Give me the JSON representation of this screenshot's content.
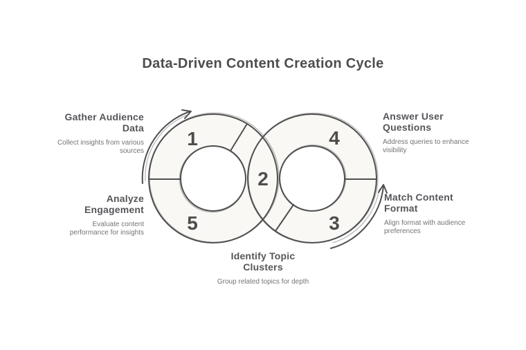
{
  "title": "Data-Driven Content Creation Cycle",
  "diagram": {
    "type": "figure-eight-cycle",
    "steps": [
      {
        "number": "1",
        "label": "Gather Audience Data",
        "description": "Collect insights from various sources",
        "position": "left-top"
      },
      {
        "number": "2",
        "label": "Identify Topic Clusters",
        "description": "Group related topics for depth",
        "position": "bottom-center"
      },
      {
        "number": "3",
        "label": "Match Content Format",
        "description": "Align format with audience preferences",
        "position": "right-bottom"
      },
      {
        "number": "4",
        "label": "Answer User Questions",
        "description": "Address queries to enhance visibility",
        "position": "right-top"
      },
      {
        "number": "5",
        "label": "Analyze Engagement",
        "description": "Evaluate content performance for insights",
        "position": "left-bottom"
      }
    ],
    "icons": [
      "arrow-top-left-icon",
      "arrow-bottom-right-icon"
    ],
    "colors": {
      "stroke": "#4f4f4f",
      "ring_fill": "#f9f8f5",
      "number": "#4d4d4d",
      "title": "#4d4d4d",
      "heading": "#55565a",
      "description": "#737478",
      "background": "#ffffff"
    }
  }
}
